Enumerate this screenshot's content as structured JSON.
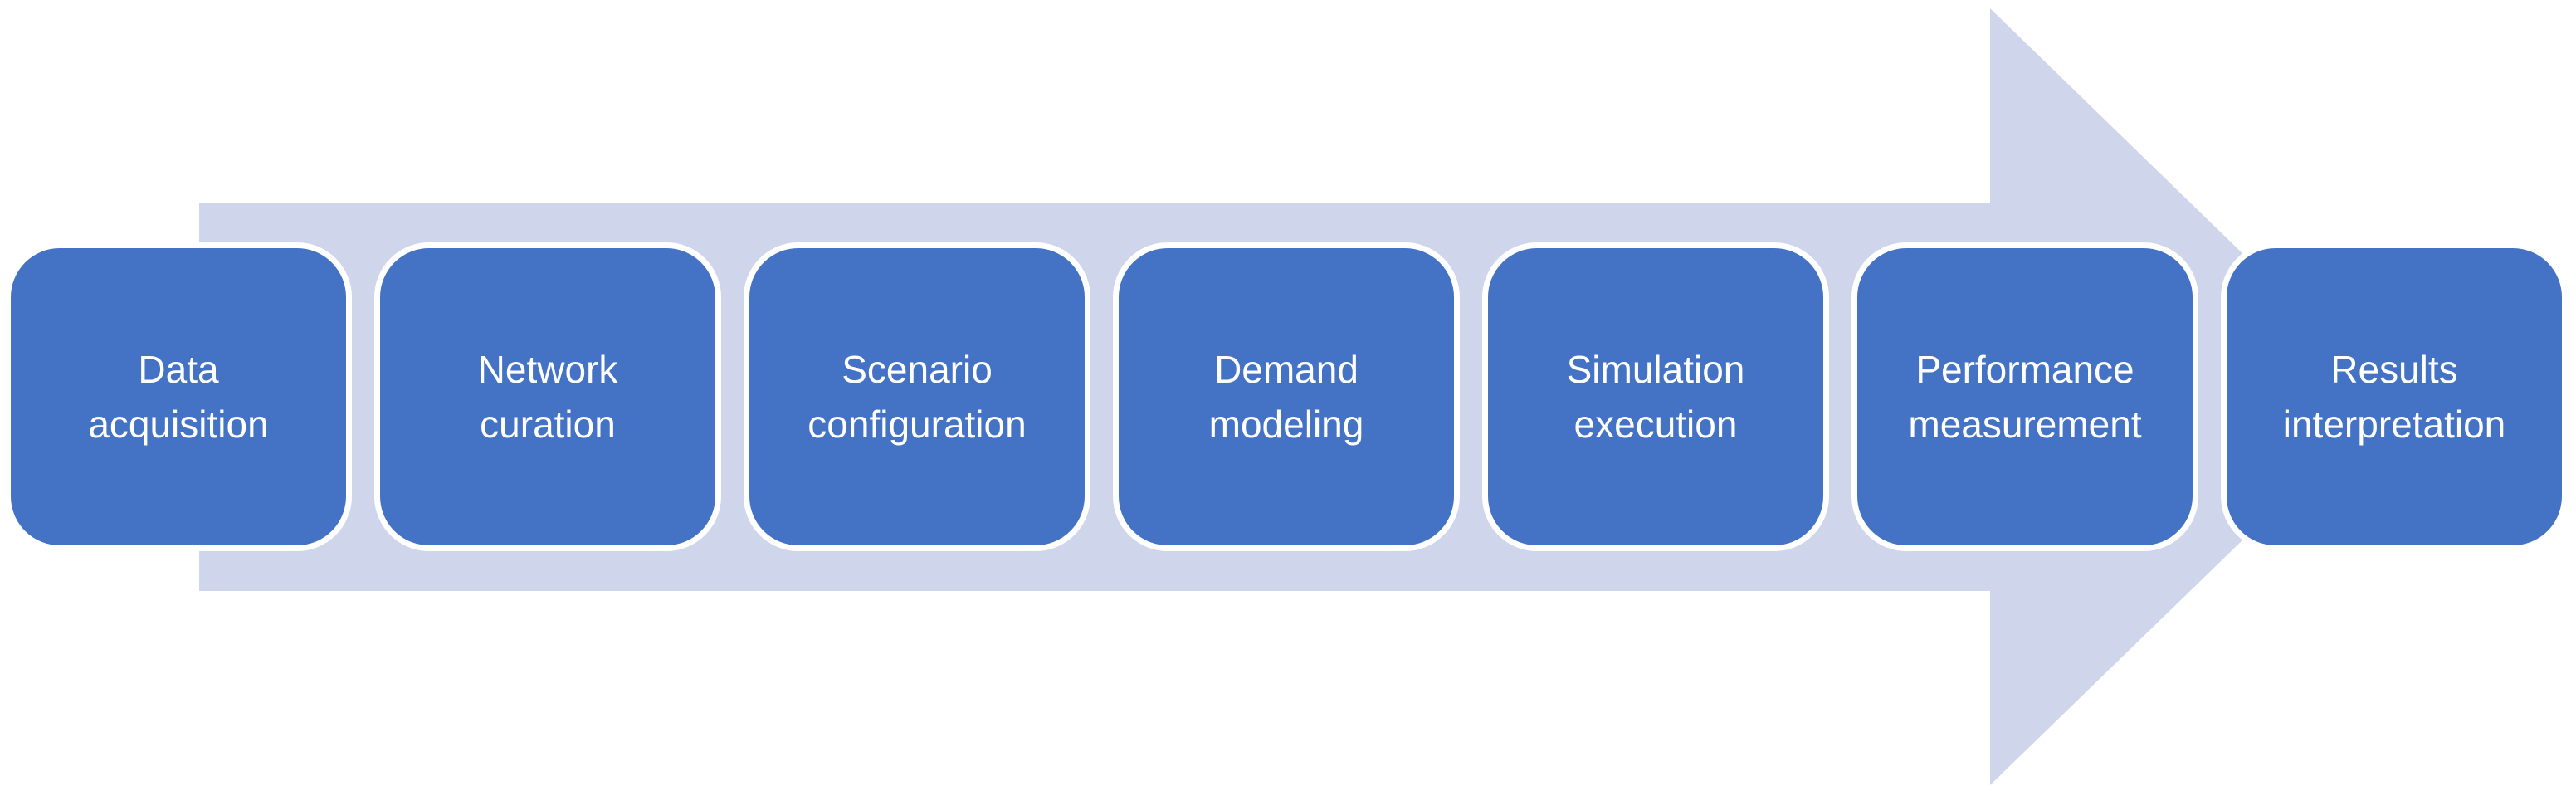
{
  "diagram": {
    "arrow_color": "#cfd5ea",
    "box_color": "#4472c4",
    "box_border_color": "#ffffff",
    "text_color": "#ffffff",
    "steps": [
      {
        "label": "Data\nacquisition"
      },
      {
        "label": "Network\ncuration"
      },
      {
        "label": "Scenario\nconfiguration"
      },
      {
        "label": "Demand\nmodeling"
      },
      {
        "label": "Simulation\nexecution"
      },
      {
        "label": "Performance\nmeasurement"
      },
      {
        "label": "Results\ninterpretation"
      }
    ]
  }
}
